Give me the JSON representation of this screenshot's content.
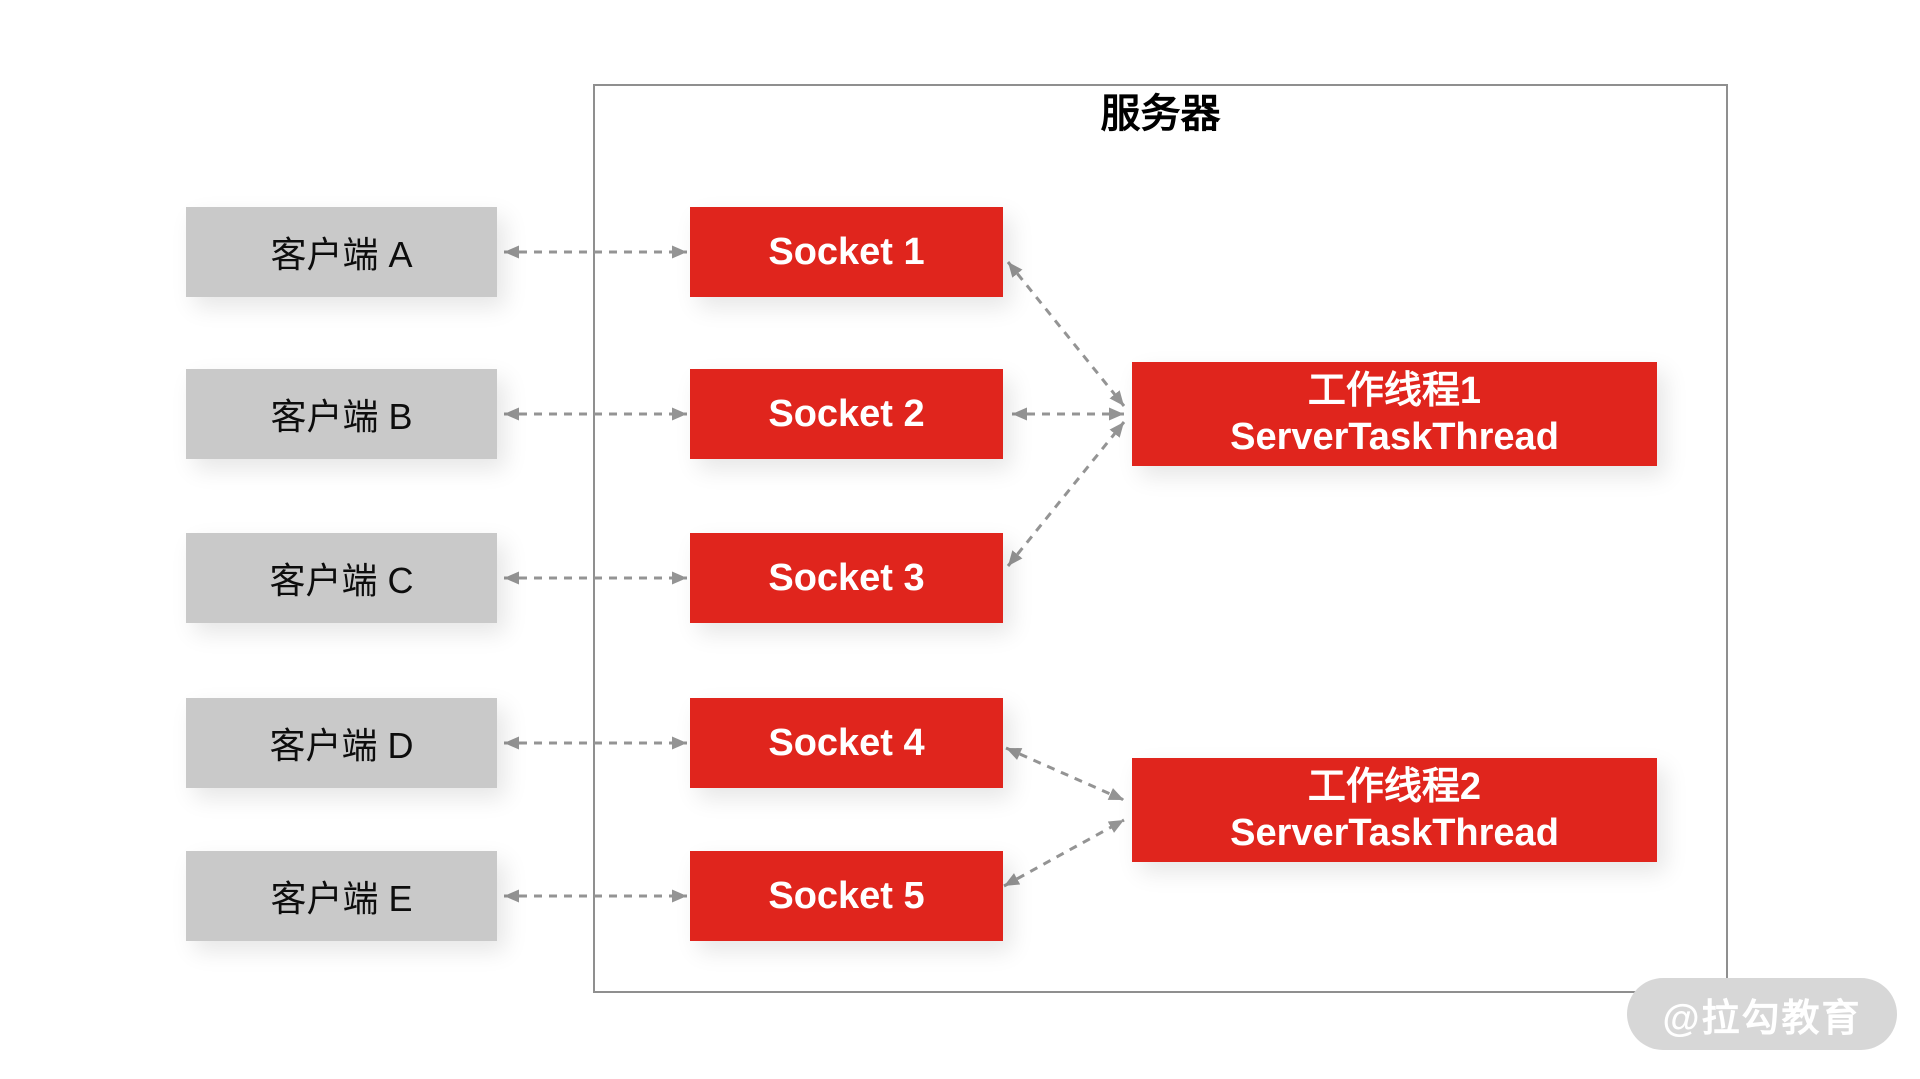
{
  "colors": {
    "red": "#e0251d",
    "gray_box": "#c9c9c9",
    "border_gray": "#8f8f8f",
    "arrow_gray": "#949494",
    "watermark_bg": "#d7d7d7"
  },
  "server": {
    "title": "服务器"
  },
  "clients": [
    {
      "label": "客户端 A"
    },
    {
      "label": "客户端 B"
    },
    {
      "label": "客户端 C"
    },
    {
      "label": "客户端 D"
    },
    {
      "label": "客户端 E"
    }
  ],
  "sockets": [
    {
      "label": "Socket 1"
    },
    {
      "label": "Socket 2"
    },
    {
      "label": "Socket 3"
    },
    {
      "label": "Socket 4"
    },
    {
      "label": "Socket 5"
    }
  ],
  "workers": [
    {
      "line1": "工作线程1",
      "line2": "ServerTaskThread"
    },
    {
      "line1": "工作线程2",
      "line2": "ServerTaskThread"
    }
  ],
  "watermark": {
    "label": "@拉勾教育"
  }
}
